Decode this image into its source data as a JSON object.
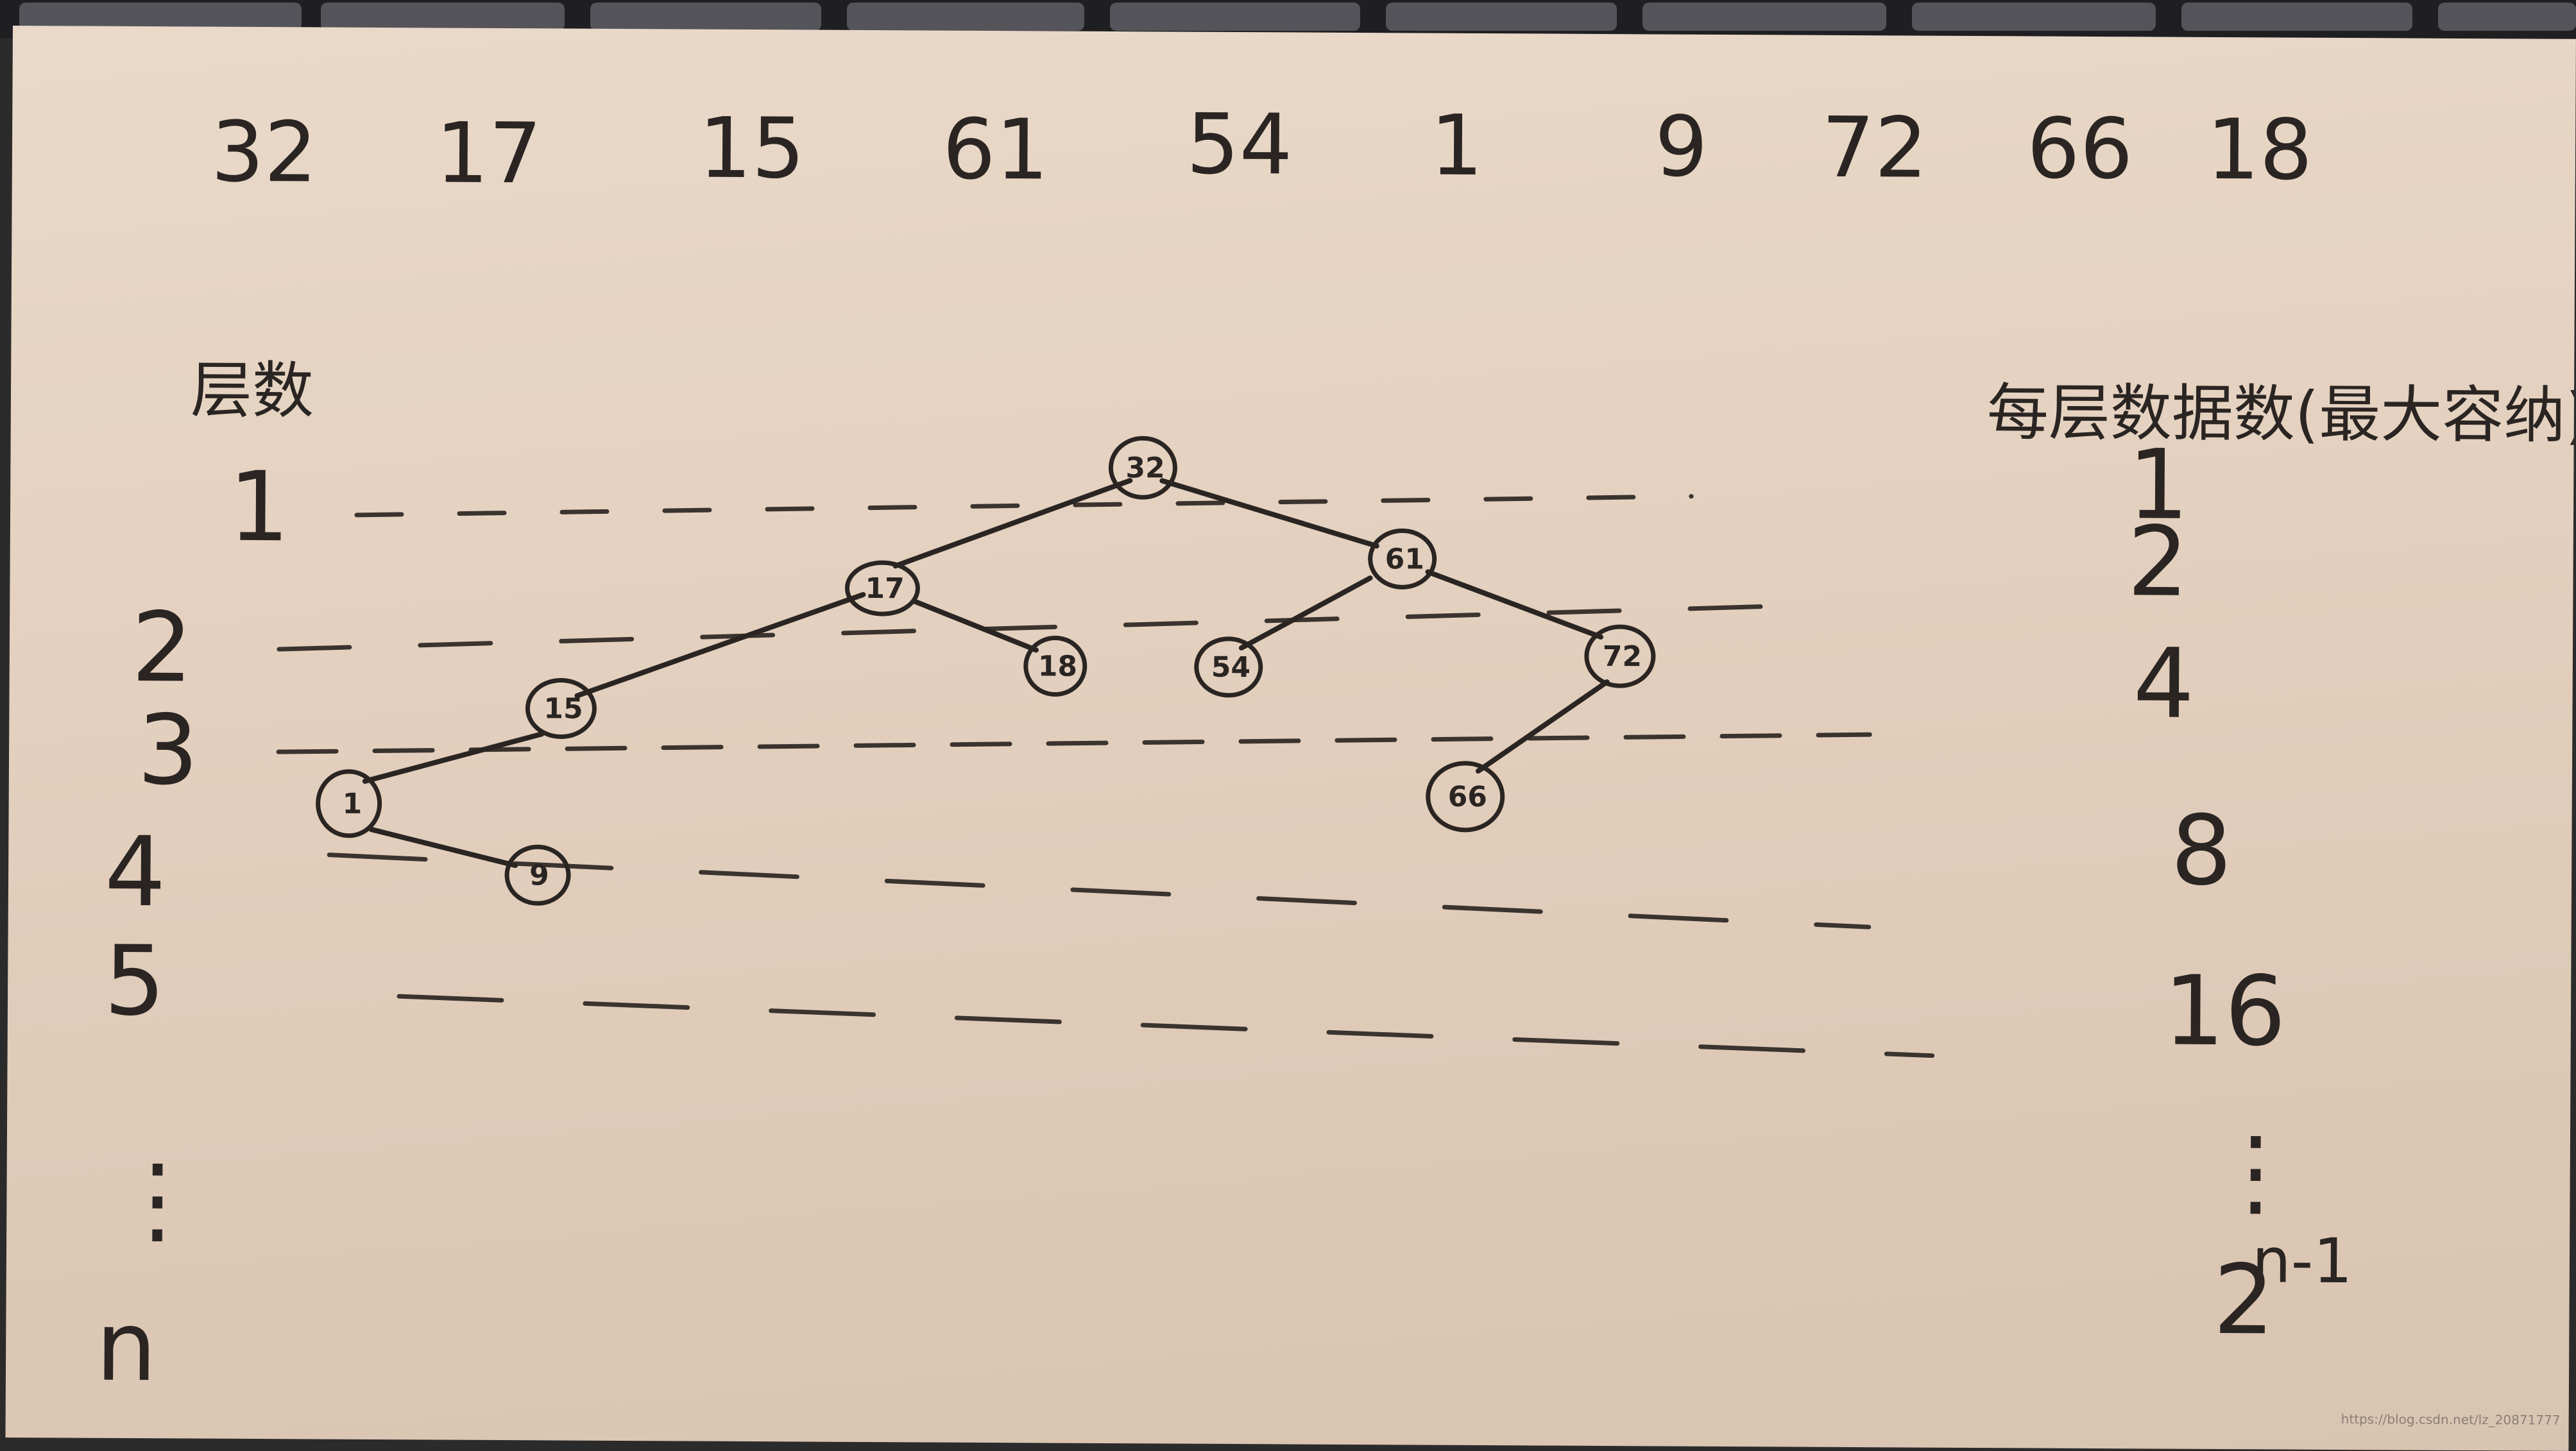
{
  "sequence": [
    "32",
    "17",
    "15",
    "61",
    "54",
    "1",
    "9",
    "72",
    "66",
    "18"
  ],
  "left_header": "层数",
  "right_header": "每层数据数(最大容纳)",
  "levels": [
    "1",
    "2",
    "3",
    "4",
    "5",
    "⋮",
    "n"
  ],
  "counts": [
    "1",
    "2",
    "4",
    "8",
    "16",
    "⋮",
    "2"
  ],
  "counts_last_exp": "n-1",
  "tree": {
    "nodes": [
      {
        "id": "n32",
        "value": "32"
      },
      {
        "id": "n17",
        "value": "17"
      },
      {
        "id": "n61",
        "value": "61"
      },
      {
        "id": "n15",
        "value": "15"
      },
      {
        "id": "n18",
        "value": "18"
      },
      {
        "id": "n54",
        "value": "54"
      },
      {
        "id": "n72",
        "value": "72"
      },
      {
        "id": "n1",
        "value": "1"
      },
      {
        "id": "n66",
        "value": "66"
      },
      {
        "id": "n9",
        "value": "9"
      }
    ],
    "edges": [
      [
        "n32",
        "n17"
      ],
      [
        "n32",
        "n61"
      ],
      [
        "n17",
        "n15"
      ],
      [
        "n17",
        "n18"
      ],
      [
        "n61",
        "n54"
      ],
      [
        "n61",
        "n72"
      ],
      [
        "n15",
        "n1"
      ],
      [
        "n72",
        "n66"
      ],
      [
        "n1",
        "n9"
      ]
    ]
  },
  "watermark": "https://blog.csdn.net/lz_20871777"
}
